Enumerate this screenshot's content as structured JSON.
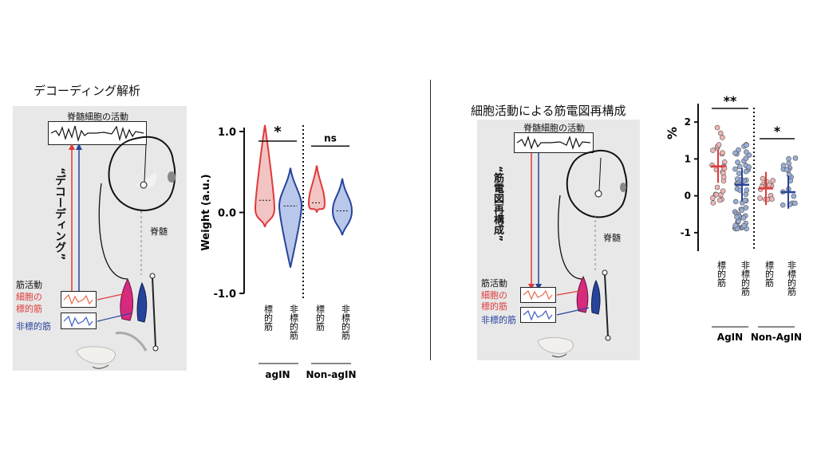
{
  "left": {
    "title": "デコーディング解析",
    "spinal_activity": "脊髄細胞の活動",
    "decoding_quote": "“デコーディング”",
    "spinal_cord": "脊髄",
    "muscle_activity": "筋活動",
    "cell_target_1": "細胞の",
    "cell_target_2": "標的筋",
    "non_target": "非標的筋"
  },
  "right": {
    "title": "細胞活動による筋電図再構成",
    "spinal_activity": "脊髄細胞の活動",
    "reconstruct_quote": "“筋電図再構成”",
    "spinal_cord": "脊髄",
    "muscle_activity": "筋活動",
    "cell_target_1": "細胞の",
    "cell_target_2": "標的筋",
    "non_target": "非標的筋"
  },
  "colors": {
    "target": "#e03a3a",
    "nontarget": "#27449b",
    "panel": "#e8e8e8"
  },
  "chart_data": [
    {
      "type": "violin",
      "ylabel": "Weight (a.u.)",
      "ylim": [
        -1.0,
        1.0
      ],
      "yticks": [
        "1.0",
        "0.0",
        "-1.0"
      ],
      "categories": [
        "標的筋",
        "非標的筋",
        "標的筋",
        "非標的筋"
      ],
      "groups": [
        {
          "name": "agIN"
        },
        {
          "name": "Non-agIN"
        }
      ],
      "significance": [
        "*",
        "ns"
      ],
      "medians": [
        0.15,
        0.08,
        0.12,
        0.02
      ]
    },
    {
      "type": "scatter",
      "ylabel": "%",
      "ylim": [
        -1.5,
        2.5
      ],
      "yticks": [
        "2",
        "1",
        "0",
        "-1"
      ],
      "categories": [
        "標的筋",
        "非標的筋",
        "標的筋",
        "非標的筋"
      ],
      "groups": [
        {
          "name": "AgIN"
        },
        {
          "name": "Non-AgIN"
        }
      ],
      "significance": [
        "**",
        "*"
      ],
      "means": [
        0.8,
        0.3,
        0.2,
        0.1
      ]
    }
  ]
}
